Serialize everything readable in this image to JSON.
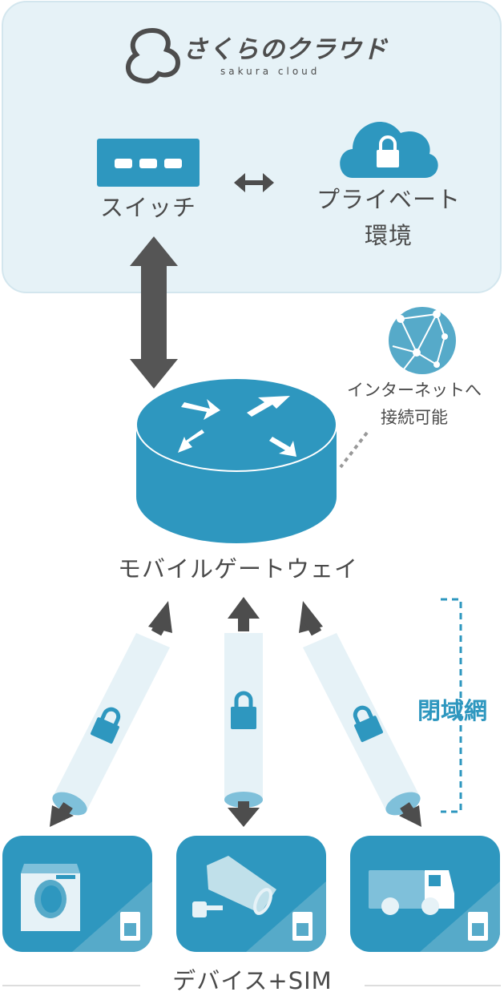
{
  "logo": {
    "name_ja": "さくらのクラウド",
    "name_en": "sakura cloud"
  },
  "cloud_panel": {
    "switch_label": "スイッチ",
    "private_label_line1": "プライベート",
    "private_label_line2": "環境"
  },
  "internet": {
    "line1": "インターネットへ",
    "line2": "接続可能"
  },
  "gateway_label": "モバイルゲートウェイ",
  "closed_network_label": "閉域網",
  "devices": {
    "items": [
      "washing-machine",
      "security-camera",
      "truck"
    ],
    "footer_label": "デバイス+SIM"
  },
  "colors": {
    "primary": "#2e97bf",
    "secondary": "#56aac9",
    "panel": "#e6f2f7",
    "arrow": "#4d4d4d"
  }
}
